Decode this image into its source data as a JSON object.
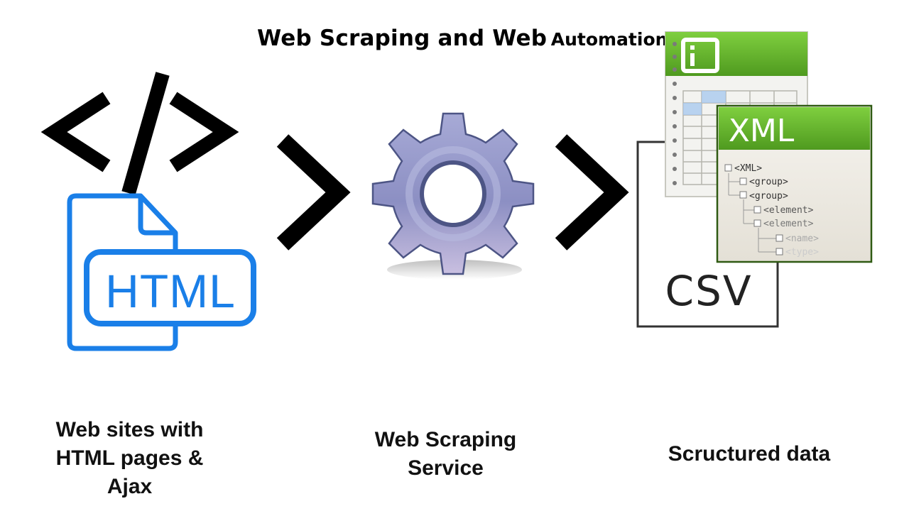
{
  "title": {
    "part1": "Web Scraping and Web",
    "part2": "Automation"
  },
  "icons": {
    "code": "code-brackets-icon",
    "html_file": "html-file-icon",
    "arrow": "chevron-right-icon",
    "gear": "gear-icon",
    "spreadsheet": "spreadsheet-icon",
    "xml": "xml-file-icon",
    "csv": "csv-file-icon"
  },
  "html_badge": "HTML",
  "xml_doc": {
    "header": "XML",
    "tree": [
      "<XML>",
      "<group>",
      "<group>",
      "<element>",
      "<element>",
      "<name>",
      "<type>"
    ]
  },
  "csv_label": "CSV",
  "captions": {
    "sources": [
      "Web sites with",
      "HTML pages &",
      "Ajax"
    ],
    "service": [
      "Web Scraping",
      "Service"
    ],
    "output": [
      "Scructured data"
    ]
  },
  "colors": {
    "html_blue": "#1a7fe8",
    "xml_green": "#6ab82f",
    "gear_purple": "#8f92c4",
    "text": "#000000"
  }
}
